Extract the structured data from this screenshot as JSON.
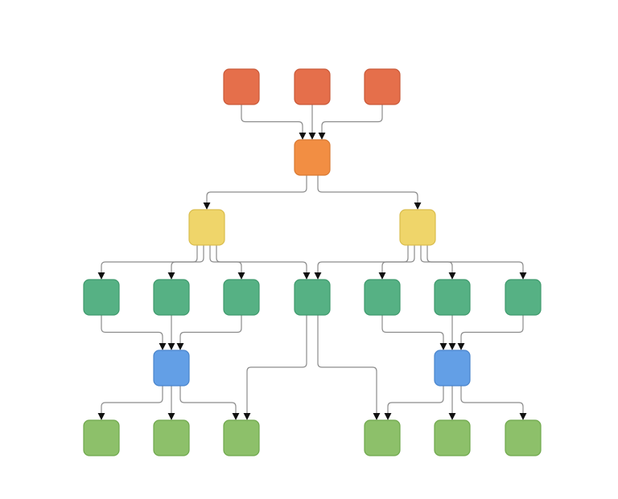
{
  "diagram": {
    "type": "directed-graph",
    "colors": {
      "background": "#ffffff",
      "edge": "#8c8c8c",
      "arrow": "#111111",
      "source": {
        "fill": "#e56f4b",
        "stroke": "#c95a3a"
      },
      "hub": {
        "fill": "#f28e43",
        "stroke": "#d97a33"
      },
      "branch": {
        "fill": "#efd56a",
        "stroke": "#d9bd4e"
      },
      "mid": {
        "fill": "#56b184",
        "stroke": "#3f9a6d"
      },
      "merge": {
        "fill": "#639fe6",
        "stroke": "#4a85cc"
      },
      "leaf": {
        "fill": "#8dc06a",
        "stroke": "#6fa84c"
      }
    },
    "nodes": [
      {
        "id": "s1",
        "role": "source",
        "label": ""
      },
      {
        "id": "s2",
        "role": "source",
        "label": ""
      },
      {
        "id": "s3",
        "role": "source",
        "label": ""
      },
      {
        "id": "hub",
        "role": "hub",
        "label": ""
      },
      {
        "id": "y1",
        "role": "branch",
        "label": ""
      },
      {
        "id": "y2",
        "role": "branch",
        "label": ""
      },
      {
        "id": "g1",
        "role": "mid",
        "label": ""
      },
      {
        "id": "g2",
        "role": "mid",
        "label": ""
      },
      {
        "id": "g3",
        "role": "mid",
        "label": ""
      },
      {
        "id": "g4",
        "role": "mid",
        "label": ""
      },
      {
        "id": "g5",
        "role": "mid",
        "label": ""
      },
      {
        "id": "g6",
        "role": "mid",
        "label": ""
      },
      {
        "id": "g7",
        "role": "mid",
        "label": ""
      },
      {
        "id": "b1",
        "role": "merge",
        "label": ""
      },
      {
        "id": "b2",
        "role": "merge",
        "label": ""
      },
      {
        "id": "l1",
        "role": "leaf",
        "label": ""
      },
      {
        "id": "l2",
        "role": "leaf",
        "label": ""
      },
      {
        "id": "l3",
        "role": "leaf",
        "label": ""
      },
      {
        "id": "l4",
        "role": "leaf",
        "label": ""
      },
      {
        "id": "l5",
        "role": "leaf",
        "label": ""
      },
      {
        "id": "l6",
        "role": "leaf",
        "label": ""
      }
    ],
    "edges": [
      {
        "from": "s1",
        "to": "hub"
      },
      {
        "from": "s2",
        "to": "hub"
      },
      {
        "from": "s3",
        "to": "hub"
      },
      {
        "from": "hub",
        "to": "y1"
      },
      {
        "from": "hub",
        "to": "y2"
      },
      {
        "from": "y1",
        "to": "g1"
      },
      {
        "from": "y1",
        "to": "g2"
      },
      {
        "from": "y1",
        "to": "g3"
      },
      {
        "from": "y1",
        "to": "g4"
      },
      {
        "from": "y2",
        "to": "g4"
      },
      {
        "from": "y2",
        "to": "g5"
      },
      {
        "from": "y2",
        "to": "g6"
      },
      {
        "from": "y2",
        "to": "g7"
      },
      {
        "from": "g1",
        "to": "b1"
      },
      {
        "from": "g2",
        "to": "b1"
      },
      {
        "from": "g3",
        "to": "b1"
      },
      {
        "from": "g5",
        "to": "b2"
      },
      {
        "from": "g6",
        "to": "b2"
      },
      {
        "from": "g7",
        "to": "b2"
      },
      {
        "from": "b1",
        "to": "l1"
      },
      {
        "from": "b1",
        "to": "l2"
      },
      {
        "from": "b1",
        "to": "l3"
      },
      {
        "from": "g4",
        "to": "l3"
      },
      {
        "from": "g4",
        "to": "l4"
      },
      {
        "from": "b2",
        "to": "l4"
      },
      {
        "from": "b2",
        "to": "l5"
      },
      {
        "from": "b2",
        "to": "l6"
      }
    ]
  }
}
